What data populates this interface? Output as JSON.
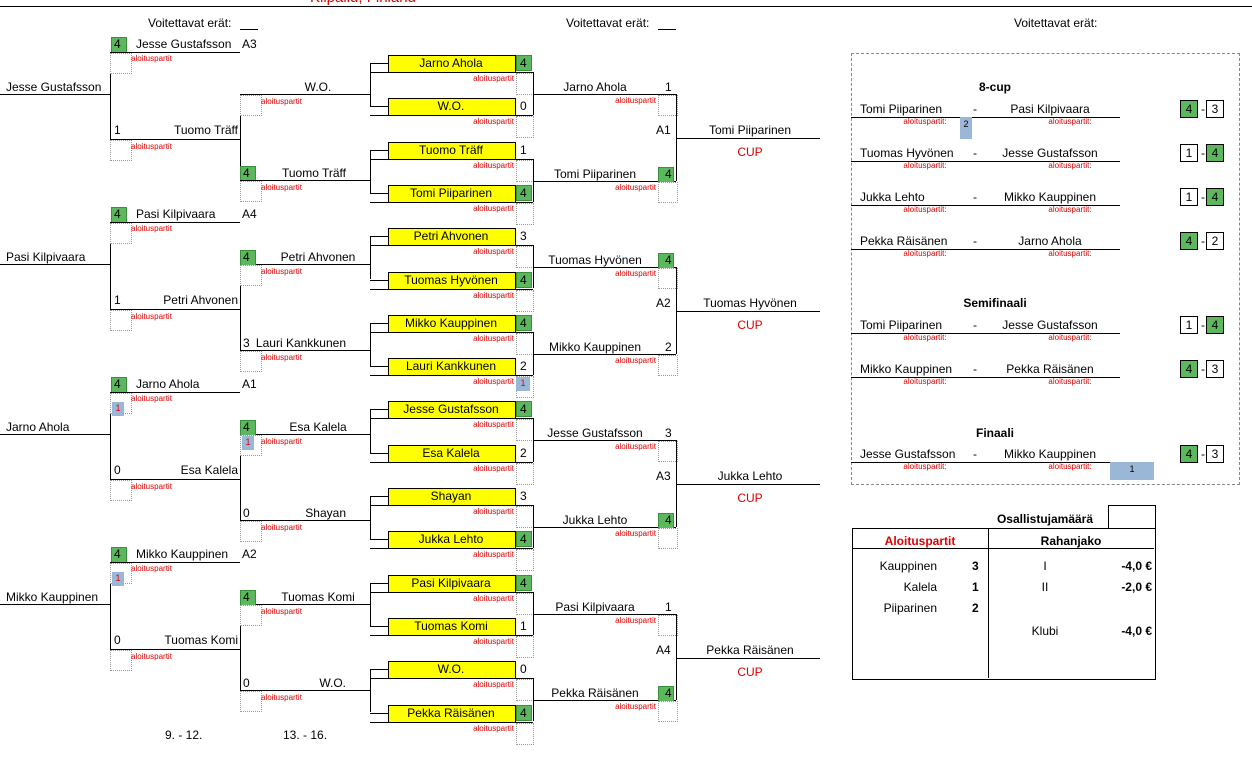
{
  "title_partial": "Kilpailu, Finland",
  "voittettavat": [
    "Voitettavat erät:",
    "Voitettavat erät:",
    "Voitettavat erät:"
  ],
  "aloitus": "aloituspartit",
  "aloitus_colon": "aloituspartit:",
  "r1_left": [
    {
      "player": "Jesse Gustafsson",
      "top": "Jesse Gustafsson",
      "top_score": "4",
      "top_tag": "A3",
      "bot": "Tuomo Träff",
      "bot_score": "1"
    },
    {
      "player": "Pasi Kilpivaara",
      "top": "Pasi Kilpivaara",
      "top_score": "4",
      "top_tag": "A4",
      "bot": "Petri Ahvonen",
      "bot_score": "1"
    },
    {
      "player": "Jarno Ahola",
      "top": "Jarno Ahola",
      "top_score": "4",
      "top_tag": "A1",
      "top_blue": "1",
      "bot": "Esa Kalela",
      "bot_score": "0"
    },
    {
      "player": "Mikko Kauppinen",
      "top": "Mikko Kauppinen",
      "top_score": "4",
      "top_tag": "A2",
      "top_blue": "1",
      "bot": "Tuomas Komi",
      "bot_score": "0"
    }
  ],
  "r2_left": [
    {
      "top": "W.O.",
      "bot": "Tuomo Träff",
      "bot_score": "4"
    },
    {
      "top": "Petri Ahvonen",
      "top_score": "4",
      "bot": "Lauri Kankkunen",
      "bot_score": "3"
    },
    {
      "top": "Esa Kalela",
      "top_score": "4",
      "top_blue": "1",
      "bot": "Shayan",
      "bot_score": "0"
    },
    {
      "top": "Tuomas Komi",
      "top_score": "4",
      "bot": "W.O.",
      "bot_score": "0"
    }
  ],
  "yellow": [
    {
      "name": "Jarno Ahola",
      "score": "4"
    },
    {
      "name": "W.O.",
      "score": "0"
    },
    {
      "name": "Tuomo Träff",
      "score": "1"
    },
    {
      "name": "Tomi Piiparinen",
      "score": "4"
    },
    {
      "name": "Petri Ahvonen",
      "score": "3"
    },
    {
      "name": "Tuomas Hyvönen",
      "score": "4"
    },
    {
      "name": "Mikko Kauppinen",
      "score": "4"
    },
    {
      "name": "Lauri Kankkunen",
      "score": "2",
      "blue": "1"
    },
    {
      "name": "Jesse Gustafsson",
      "score": "4"
    },
    {
      "name": "Esa Kalela",
      "score": "2"
    },
    {
      "name": "Shayan",
      "score": "3"
    },
    {
      "name": "Jukka Lehto",
      "score": "4"
    },
    {
      "name": "Pasi Kilpivaara",
      "score": "4"
    },
    {
      "name": "Tuomas Komi",
      "score": "1"
    },
    {
      "name": "W.O.",
      "score": "0"
    },
    {
      "name": "Pekka Räisänen",
      "score": "4"
    }
  ],
  "r3": [
    {
      "name": "Jarno Ahola",
      "score": "1"
    },
    {
      "name": "Tomi Piiparinen",
      "score": "4"
    },
    {
      "name": "Tuomas Hyvönen",
      "score": "4"
    },
    {
      "name": "Mikko Kauppinen",
      "score": "2"
    },
    {
      "name": "Jesse Gustafsson",
      "score": "3"
    },
    {
      "name": "Jukka Lehto",
      "score": "4"
    },
    {
      "name": "Pasi Kilpivaara",
      "score": "1"
    },
    {
      "name": "Pekka Räisänen",
      "score": "4"
    }
  ],
  "final_right": [
    {
      "tag": "A1",
      "name": "Tomi Piiparinen",
      "cup": "CUP"
    },
    {
      "tag": "A2",
      "name": "Tuomas Hyvönen",
      "cup": "CUP"
    },
    {
      "tag": "A3",
      "name": "Jukka Lehto",
      "cup": "CUP"
    },
    {
      "tag": "A4",
      "name": "Pekka Räisänen",
      "cup": "CUP"
    }
  ],
  "footer": {
    "left": "9. - 12.",
    "right": "13. - 16."
  },
  "cup": {
    "heading8": "8-cup",
    "m8": [
      {
        "a": "Tomi Piiparinen",
        "b": "Pasi Kilpivaara",
        "sa": "4",
        "sb": "3",
        "ga": true,
        "blue": "2",
        "blue_side": "a"
      },
      {
        "a": "Tuomas Hyvönen",
        "b": "Jesse Gustafsson",
        "sa": "1",
        "sb": "4",
        "gb": true
      },
      {
        "a": "Jukka Lehto",
        "b": "Mikko Kauppinen",
        "sa": "1",
        "sb": "4",
        "gb": true
      },
      {
        "a": "Pekka Räisänen",
        "b": "Jarno Ahola",
        "sa": "4",
        "sb": "2",
        "ga": true
      }
    ],
    "headingSemi": "Semifinaali",
    "semi": [
      {
        "a": "Tomi Piiparinen",
        "b": "Jesse Gustafsson",
        "sa": "1",
        "sb": "4",
        "gb": true
      },
      {
        "a": "Mikko Kauppinen",
        "b": "Pekka Räisänen",
        "sa": "4",
        "sb": "3",
        "ga": true
      }
    ],
    "headingFinal": "Finaali",
    "final": [
      {
        "a": "Jesse Gustafsson",
        "b": "Mikko Kauppinen",
        "sa": "4",
        "sb": "3",
        "ga": true,
        "blue": "1",
        "blue_side": "b"
      }
    ],
    "dash": "-"
  },
  "stats": {
    "osallistuja": "Osallistujamäärä",
    "aloitus_h": "Aloituspartit",
    "rahanjako_h": "Rahanjako",
    "aloitus_rows": [
      {
        "name": "Kauppinen",
        "n": "3"
      },
      {
        "name": "Kalela",
        "n": "1"
      },
      {
        "name": "Piiparinen",
        "n": "2"
      }
    ],
    "raha_rows": [
      {
        "name": "I",
        "v": "-4,0 €"
      },
      {
        "name": "II",
        "v": "-2,0 €"
      },
      {
        "name": "Klubi",
        "v": "-4,0 €"
      }
    ]
  }
}
